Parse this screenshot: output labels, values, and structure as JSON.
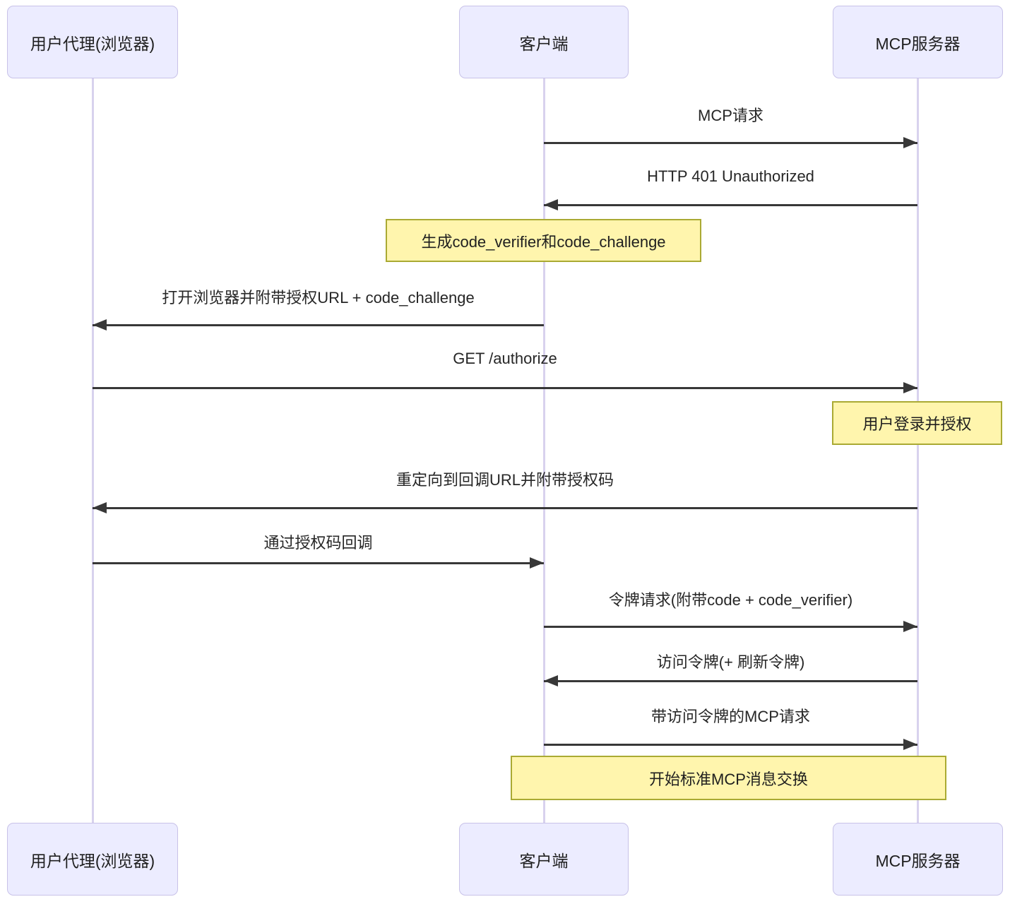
{
  "diagram": {
    "type": "sequence-diagram",
    "actors": [
      {
        "id": "browser",
        "label": "用户代理(浏览器)"
      },
      {
        "id": "client",
        "label": "客户端"
      },
      {
        "id": "server",
        "label": "MCP服务器"
      }
    ],
    "messages": [
      {
        "from": "client",
        "to": "server",
        "label": "MCP请求"
      },
      {
        "from": "server",
        "to": "client",
        "label": "HTTP 401 Unauthorized"
      },
      {
        "from": "client",
        "to": "browser",
        "label": "打开浏览器并附带授权URL + code_challenge"
      },
      {
        "from": "browser",
        "to": "server",
        "label": "GET /authorize"
      },
      {
        "from": "server",
        "to": "browser",
        "label": "重定向到回调URL并附带授权码"
      },
      {
        "from": "browser",
        "to": "client",
        "label": "通过授权码回调"
      },
      {
        "from": "client",
        "to": "server",
        "label": "令牌请求(附带code + code_verifier)"
      },
      {
        "from": "server",
        "to": "client",
        "label": "访问令牌(+ 刷新令牌)"
      },
      {
        "from": "client",
        "to": "server",
        "label": "带访问令牌的MCP请求"
      }
    ],
    "notes": [
      {
        "over": "client",
        "label": "生成code_verifier和code_challenge"
      },
      {
        "over": "server",
        "label": "用户登录并授权"
      },
      {
        "over": "client,server",
        "label": "开始标准MCP消息交换"
      }
    ],
    "colors": {
      "actor_fill": "#ECECFF",
      "actor_border": "#C8C2E8",
      "lifeline": "#D8D2EE",
      "note_fill": "#FFF5AD",
      "note_border": "#AAAA33",
      "arrow": "#383838",
      "text": "#262626"
    }
  }
}
